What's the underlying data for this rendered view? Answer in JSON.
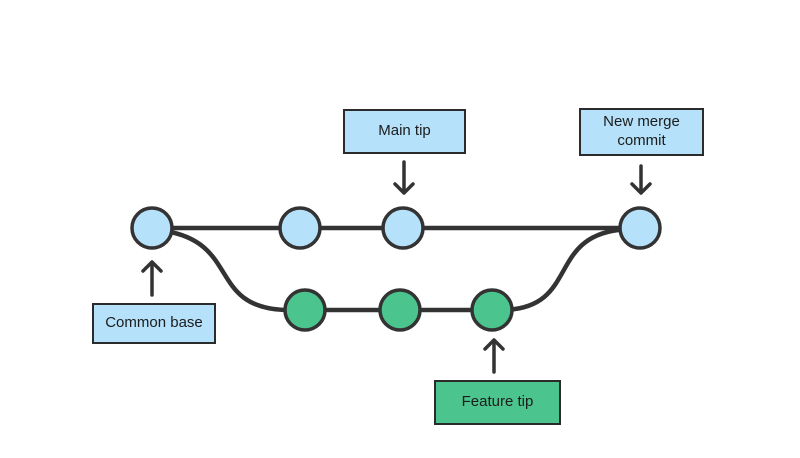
{
  "diagram": {
    "title_hint": "git-merge-branch-diagram",
    "labels": {
      "main_tip": "Main tip",
      "new_merge_commit": "New merge commit",
      "common_base": "Common base",
      "feature_tip": "Feature tip"
    },
    "colors": {
      "commit_blue": "#b5e1fa",
      "commit_green": "#4cc48e",
      "label_blue_bg": "#b5e1fa",
      "label_green_bg": "#4cc48e",
      "line_stroke": "#333333",
      "background": "#ffffff"
    },
    "structure": {
      "main_branch_commits": 4,
      "feature_branch_commits": 3
    }
  }
}
